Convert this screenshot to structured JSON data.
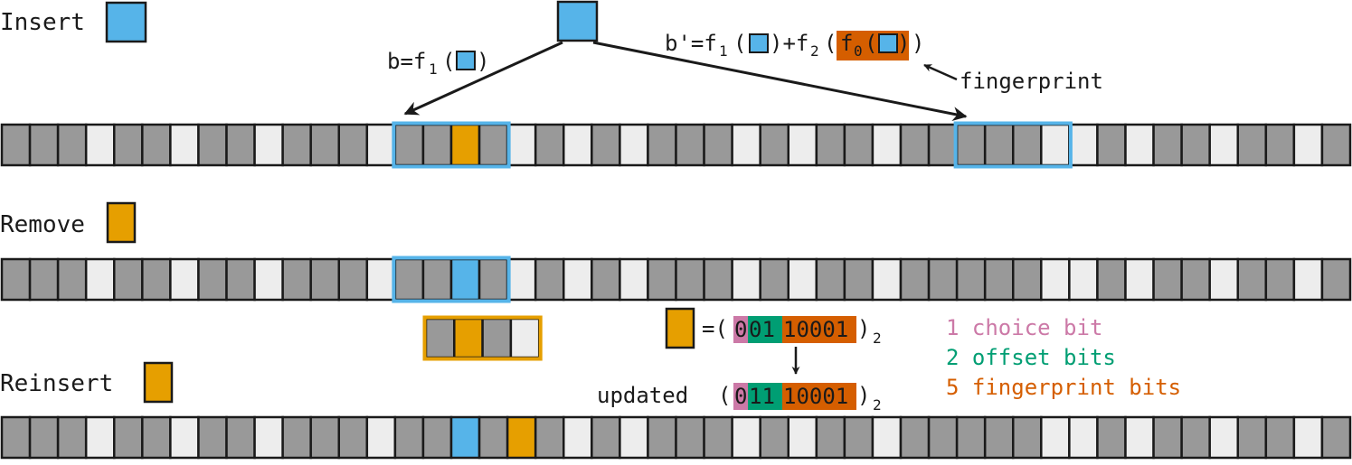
{
  "labels": {
    "insert": "Insert",
    "remove": "Remove",
    "reinsert": "Reinsert",
    "fingerprint": "fingerprint",
    "updated": "updated "
  },
  "formula_b": {
    "lhs": "b=f",
    "sub1": "1",
    "open": "(",
    "close": ")"
  },
  "formula_bprime": {
    "lhs": "b'=f",
    "sub1": "1",
    "open1": "(",
    "close1": ")+f",
    "sub2": "2",
    "open2": "(",
    "f0": "f",
    "sub0": "0",
    "open3": "(",
    "close3": ")",
    "close2": ")"
  },
  "encoding": {
    "eq": "=(",
    "close": ")",
    "base": "2",
    "bits_original": {
      "choice": "0",
      "offset": "01",
      "fingerprint": "10001"
    },
    "bits_updated": {
      "choice": "0",
      "offset": "11",
      "fingerprint": "10001"
    }
  },
  "legend": [
    {
      "text": "1 choice bit",
      "color": "#cc79a7"
    },
    {
      "text": "2 offset bits",
      "color": "#009e73"
    },
    {
      "text": "5 fingerprint bits",
      "color": "#d55e00"
    }
  ],
  "colors": {
    "occupied": "#999999",
    "empty": "#ededed",
    "item_blue": "#56b4e9",
    "item_orange": "#e69f00",
    "bit_choice": "#cc79a7",
    "bit_offset": "#009e73",
    "bit_fingerprint": "#d55e00"
  },
  "tables": [
    {
      "name": "insert",
      "cells": [
        "o",
        "o",
        "o",
        "e",
        "o",
        "o",
        "e",
        "o",
        "o",
        "e",
        "o",
        "o",
        "o",
        "e",
        "o",
        "o",
        "y",
        "o",
        "e",
        "o",
        "e",
        "o",
        "e",
        "o",
        "o",
        "o",
        "e",
        "o",
        "e",
        "o",
        "o",
        "e",
        "o",
        "o",
        "o",
        "o",
        "o",
        "e",
        "e",
        "o",
        "e",
        "o",
        "o",
        "e",
        "o",
        "o",
        "e",
        "o"
      ],
      "buckets": [
        {
          "start": 14,
          "span": 4,
          "color": "blue"
        },
        {
          "start": 34,
          "span": 4,
          "color": "blue"
        }
      ]
    },
    {
      "name": "remove",
      "cells": [
        "o",
        "o",
        "o",
        "e",
        "o",
        "o",
        "e",
        "o",
        "o",
        "e",
        "o",
        "o",
        "o",
        "e",
        "o",
        "o",
        "b",
        "o",
        "e",
        "o",
        "e",
        "o",
        "e",
        "o",
        "o",
        "o",
        "e",
        "o",
        "e",
        "o",
        "o",
        "e",
        "o",
        "o",
        "o",
        "o",
        "o",
        "e",
        "e",
        "o",
        "e",
        "o",
        "o",
        "e",
        "o",
        "o",
        "e",
        "o"
      ],
      "buckets": [
        {
          "start": 14,
          "span": 4,
          "color": "blue"
        }
      ]
    },
    {
      "name": "reinsert",
      "cells": [
        "o",
        "o",
        "o",
        "e",
        "o",
        "o",
        "e",
        "o",
        "o",
        "e",
        "o",
        "o",
        "o",
        "e",
        "o",
        "o",
        "b",
        "o",
        "y",
        "o",
        "e",
        "o",
        "e",
        "o",
        "o",
        "o",
        "e",
        "o",
        "e",
        "o",
        "o",
        "e",
        "o",
        "o",
        "o",
        "o",
        "o",
        "e",
        "e",
        "o",
        "e",
        "o",
        "o",
        "e",
        "o",
        "o",
        "e",
        "o"
      ],
      "buckets": []
    }
  ],
  "removed_bucket": [
    "o",
    "y",
    "o",
    "e"
  ]
}
